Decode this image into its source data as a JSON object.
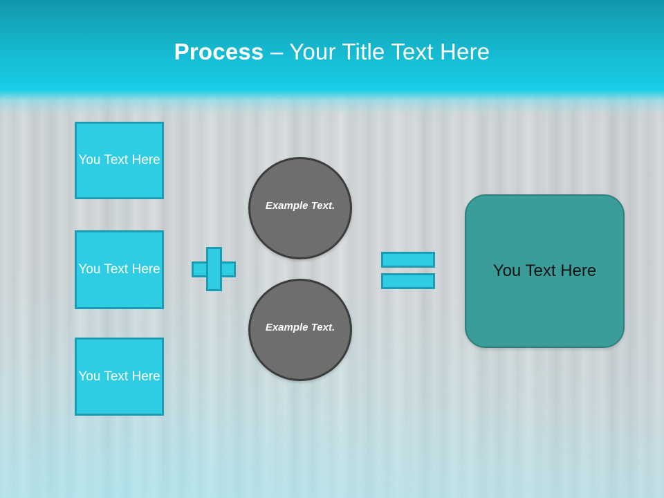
{
  "slide": {
    "title": {
      "bold_part": "Process",
      "rest": " – Your Title Text Here"
    }
  },
  "inputs": [
    {
      "label": "You Text Here"
    },
    {
      "label": "You Text Here"
    },
    {
      "label": "You Text Here"
    }
  ],
  "operators": {
    "plus": "+",
    "equals": "="
  },
  "circles": [
    {
      "label": "Example Text."
    },
    {
      "label": "Example Text."
    }
  ],
  "result": {
    "label": "You Text Here"
  },
  "colors": {
    "header_top": "#1196ab",
    "header_bottom": "#1bcfe6",
    "accent_cyan": "#2ecde4",
    "accent_cyan_border": "#1b9cb2",
    "circle_fill": "#6e6e6e",
    "circle_border": "#3c3c3c",
    "result_fill": "#3a9d9a",
    "result_border": "#2f7f7d",
    "background": "#ccd2d4",
    "title_text": "#ffffff",
    "box_text": "#ffffff",
    "result_text": "#111111"
  }
}
